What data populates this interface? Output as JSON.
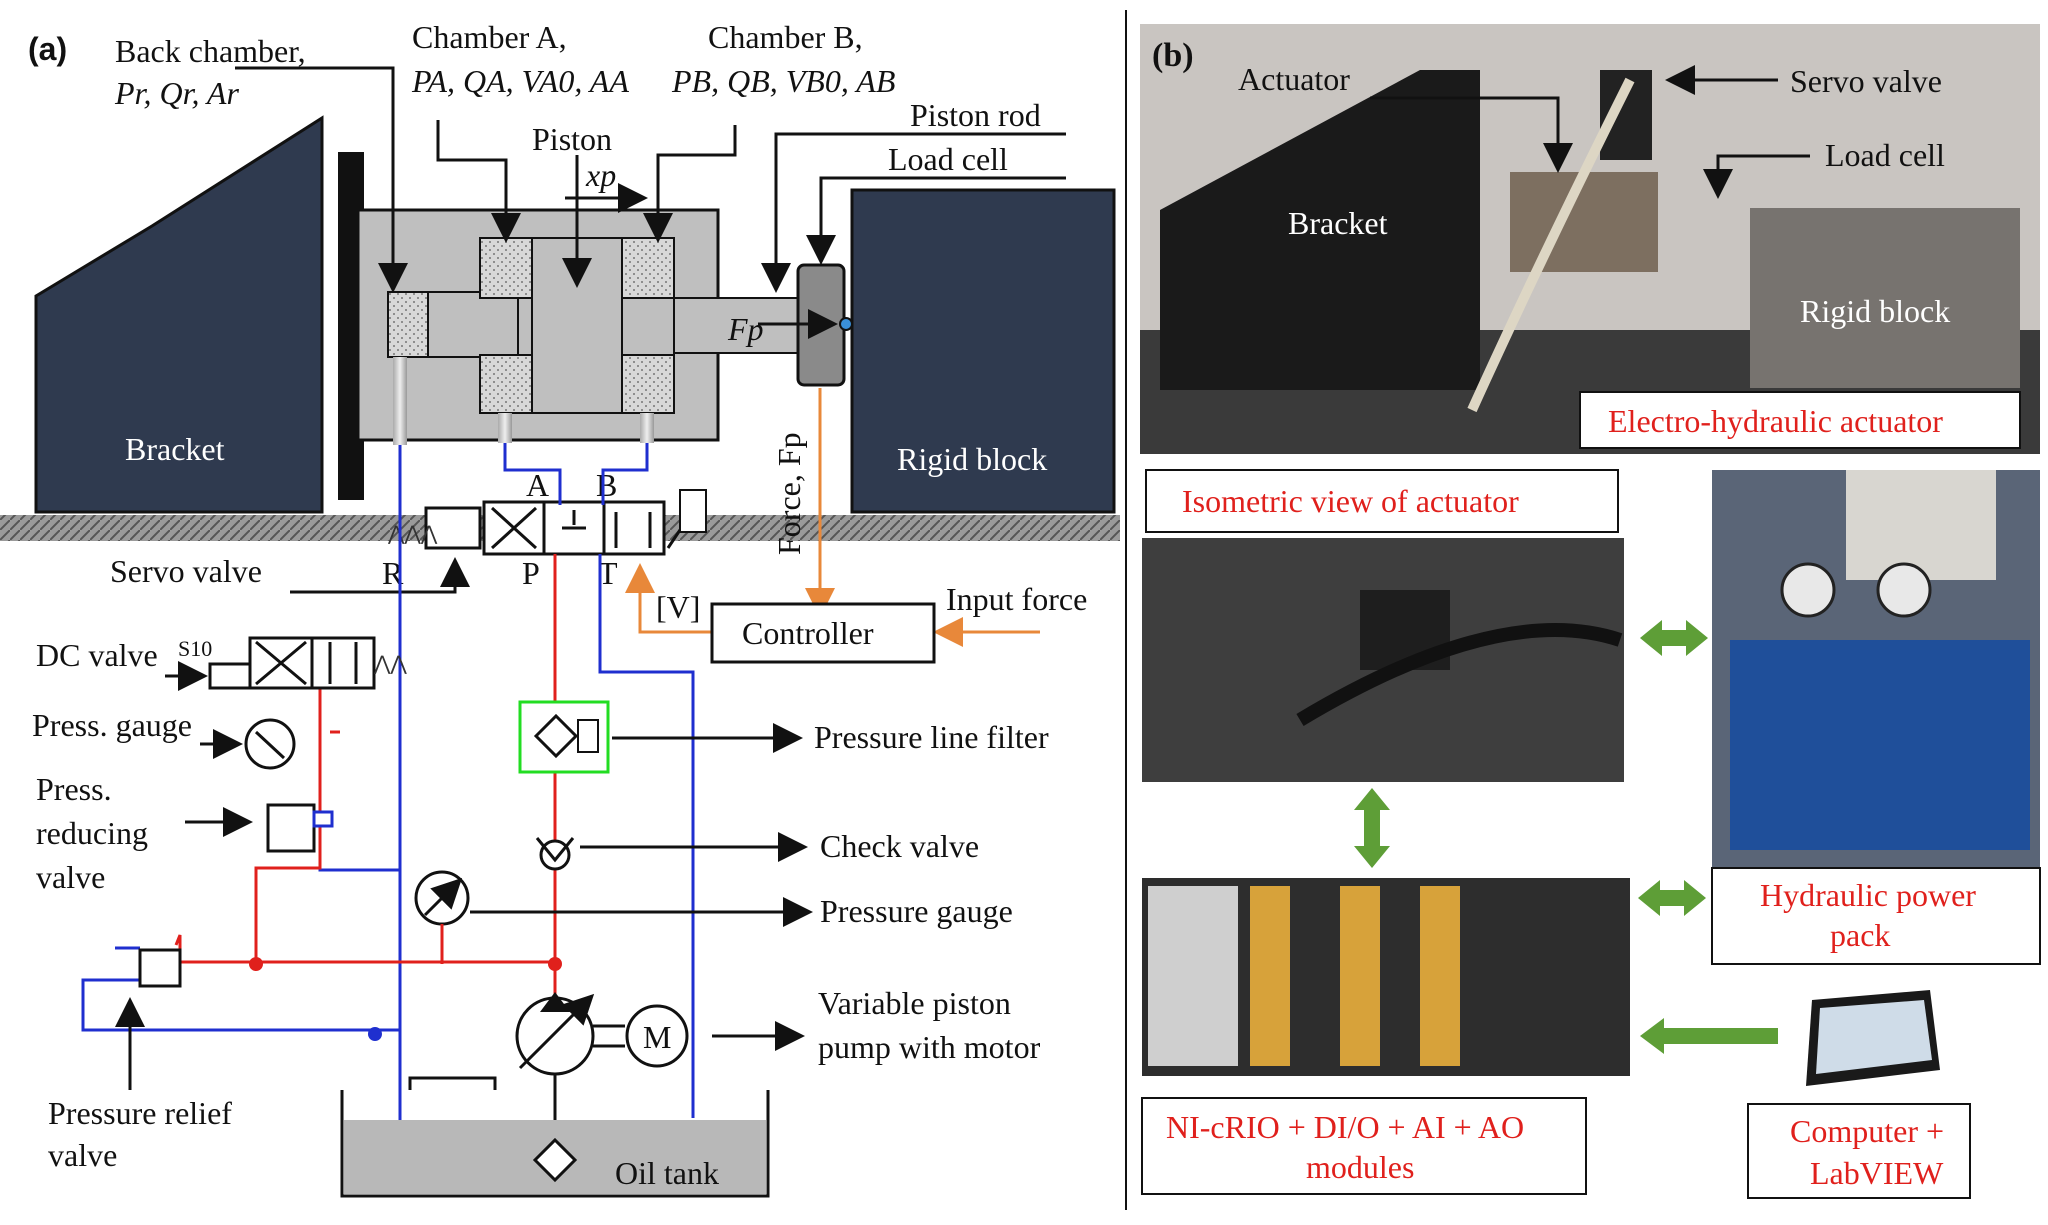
{
  "panel_a": {
    "tag": "(a)",
    "back_chamber": "Back chamber,",
    "back_chamber_vars": "Pr, Qr, Ar",
    "chamber_a": "Chamber A,",
    "chamber_a_vars": "PA, QA, VA0, AA",
    "chamber_b": "Chamber B,",
    "chamber_b_vars": "PB, QB, VB0, AB",
    "piston": "Piston",
    "xp": "xp",
    "piston_rod": "Piston rod",
    "load_cell": "Load cell",
    "fp": "Fp",
    "bracket": "Bracket",
    "rigid_block": "Rigid block",
    "port_a": "A",
    "port_b": "B",
    "port_r": "R",
    "port_p": "P",
    "port_t": "T",
    "force": "Force, Fp",
    "servo_valve": "Servo valve",
    "v_signal": "[V]",
    "controller": "Controller",
    "input_force": "Input force",
    "dc_valve": "DC valve",
    "s10": "S10",
    "press_gauge": "Press. gauge",
    "press_reducing_1": "Press.",
    "press_reducing_2": "reducing",
    "press_reducing_3": "valve",
    "pressure_line_filter": "Pressure line filter",
    "check_valve": "Check valve",
    "pressure_gauge": "Pressure gauge",
    "pump_1": "Variable piston",
    "pump_2": "pump with motor",
    "motor": "M",
    "relief_1": "Pressure relief",
    "relief_2": "valve",
    "oil_tank": "Oil tank"
  },
  "panel_b": {
    "tag": "(b)",
    "actuator": "Actuator",
    "servo_valve": "Servo valve",
    "load_cell": "Load cell",
    "bracket": "Bracket",
    "rigid_block": "Rigid block",
    "eha": "Electro-hydraulic actuator",
    "iso_view": "Isometric view of actuator",
    "hpp_1": "Hydraulic power",
    "hpp_2": "pack",
    "crio_1": "NI-cRIO + DI/O + AI + AO",
    "crio_2": "modules",
    "comp_1": "Computer +",
    "comp_2": "LabVIEW"
  },
  "colors": {
    "line_blue": "#1f2fcf",
    "line_red": "#e0201c",
    "line_orange": "#e8883a",
    "arrow_green": "#5e9e37",
    "dark_block": "#2f3a4f"
  }
}
